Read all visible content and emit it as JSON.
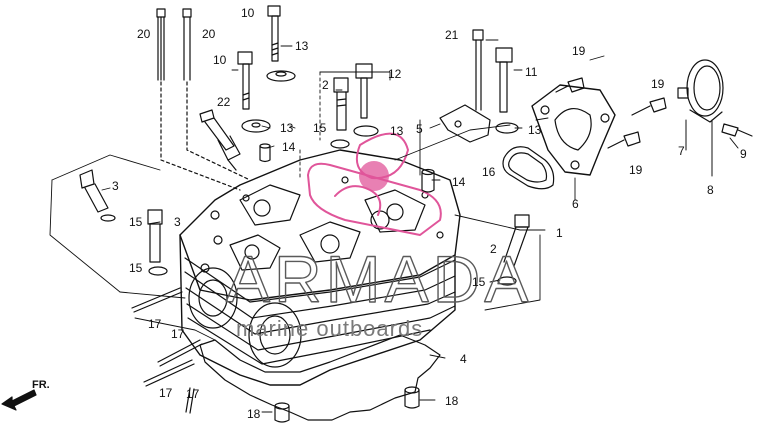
{
  "diagram": {
    "part_labels": [
      {
        "id": "l20a",
        "text": "20"
      },
      {
        "id": "l20b",
        "text": "20"
      },
      {
        "id": "l10a",
        "text": "10"
      },
      {
        "id": "l10b",
        "text": "10"
      },
      {
        "id": "l13a",
        "text": "13"
      },
      {
        "id": "l13b",
        "text": "13"
      },
      {
        "id": "l13c",
        "text": "13"
      },
      {
        "id": "l13d",
        "text": "13"
      },
      {
        "id": "l21",
        "text": "21"
      },
      {
        "id": "l19a",
        "text": "19"
      },
      {
        "id": "l19b",
        "text": "19"
      },
      {
        "id": "l19c",
        "text": "19"
      },
      {
        "id": "l22",
        "text": "22"
      },
      {
        "id": "l2a",
        "text": "2"
      },
      {
        "id": "l2b",
        "text": "2"
      },
      {
        "id": "l12",
        "text": "12"
      },
      {
        "id": "l11",
        "text": "11"
      },
      {
        "id": "l15a",
        "text": "15"
      },
      {
        "id": "l15b",
        "text": "15"
      },
      {
        "id": "l15c",
        "text": "15"
      },
      {
        "id": "l15d",
        "text": "15"
      },
      {
        "id": "l14a",
        "text": "14"
      },
      {
        "id": "l14b",
        "text": "14"
      },
      {
        "id": "l5",
        "text": "5"
      },
      {
        "id": "l7",
        "text": "7"
      },
      {
        "id": "l9",
        "text": "9"
      },
      {
        "id": "l8",
        "text": "8"
      },
      {
        "id": "l6",
        "text": "6"
      },
      {
        "id": "l16",
        "text": "16"
      },
      {
        "id": "l3a",
        "text": "3"
      },
      {
        "id": "l3b",
        "text": "3"
      },
      {
        "id": "l1",
        "text": "1"
      },
      {
        "id": "l4",
        "text": "4"
      },
      {
        "id": "l17a",
        "text": "17"
      },
      {
        "id": "l17b",
        "text": "17"
      },
      {
        "id": "l17c",
        "text": "17"
      },
      {
        "id": "l17d",
        "text": "17"
      },
      {
        "id": "l18a",
        "text": "18"
      },
      {
        "id": "l18b",
        "text": "18"
      }
    ],
    "front_arrow_label": "FR.",
    "watermark": {
      "brand": "ARMADA",
      "tagline": "marine outboards",
      "accent_color": "#e0559a"
    }
  }
}
